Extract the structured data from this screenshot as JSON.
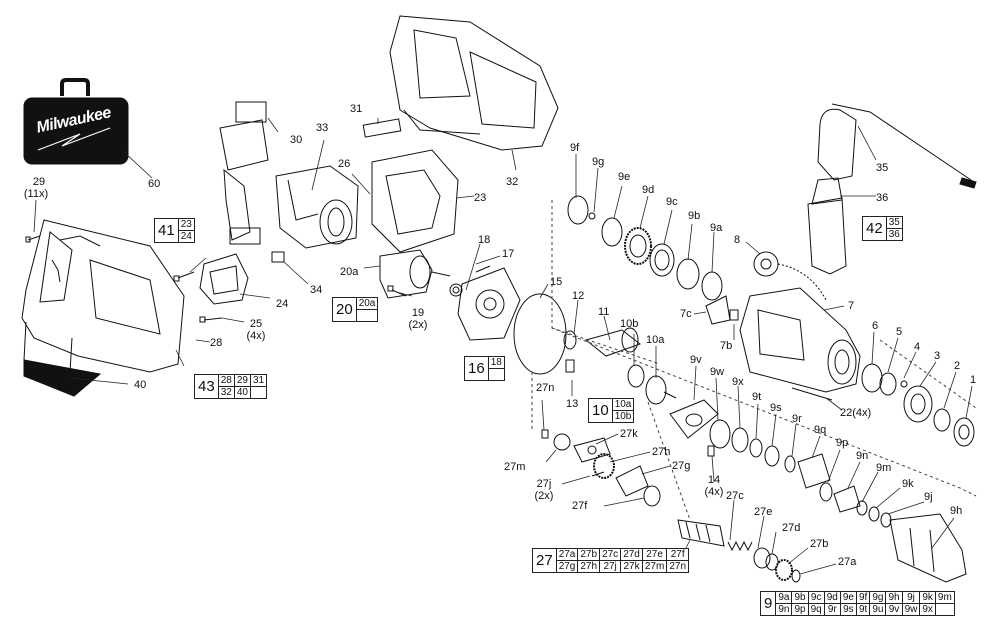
{
  "case": {
    "brand": "Milwaukee",
    "label": "60"
  },
  "parts": {
    "p29": "29",
    "p29q": "(11x)",
    "p30": "30",
    "p31": "31",
    "p32": "32",
    "p33": "33",
    "p26": "26",
    "p23": "23",
    "p34": "34",
    "p24": "24",
    "p25": "25",
    "p25q": "(4x)",
    "p28": "28",
    "p40": "40",
    "p20a": "20a",
    "p19": "19",
    "p19q": "(2x)",
    "p18": "18",
    "p17": "17",
    "p15": "15",
    "p12": "12",
    "p11": "11",
    "p13": "13",
    "p10b": "10b",
    "p10a": "10a",
    "p9f": "9f",
    "p9g": "9g",
    "p9e": "9e",
    "p9d": "9d",
    "p9c": "9c",
    "p9b": "9b",
    "p9a": "9a",
    "p8": "8",
    "p7c": "7c",
    "p7b": "7b",
    "p7": "7",
    "p6": "6",
    "p5": "5",
    "p4": "4",
    "p3": "3",
    "p2": "2",
    "p1": "1",
    "p35": "35",
    "p36": "36",
    "p22": "22(4x)",
    "p9v": "9v",
    "p9w": "9w",
    "p9x": "9x",
    "p9t": "9t",
    "p9s": "9s",
    "p9r": "9r",
    "p9q": "9q",
    "p9p": "9p",
    "p9n": "9n",
    "p9m": "9m",
    "p9k": "9k",
    "p9j": "9j",
    "p9h": "9h",
    "p27n": "27n",
    "p27k": "27k",
    "p27h": "27h",
    "p27m": "27m",
    "p27g": "27g",
    "p27j": "27j",
    "p27jq": "(2x)",
    "p27f": "27f",
    "p14": "14",
    "p14q": "(4x)",
    "p27c": "27c",
    "p27e": "27e",
    "p27d": "27d",
    "p27b": "27b",
    "p27a": "27a"
  },
  "kits": {
    "k41": {
      "num": "41",
      "items": [
        "23",
        "24"
      ]
    },
    "k20": {
      "num": "20",
      "items": [
        "20a"
      ]
    },
    "k16": {
      "num": "16",
      "items": [
        "18",
        ""
      ]
    },
    "k43": {
      "num": "43",
      "row1": [
        "28",
        "29",
        "31"
      ],
      "row2": [
        "32",
        "40",
        ""
      ]
    },
    "k10": {
      "num": "10",
      "items": [
        "10a",
        "10b"
      ]
    },
    "k42": {
      "num": "42",
      "items": [
        "35",
        "36"
      ]
    },
    "k27": {
      "num": "27",
      "row1": [
        "27a",
        "27b",
        "27c",
        "27d",
        "27e",
        "27f"
      ],
      "row2": [
        "27g",
        "27h",
        "27j",
        "27k",
        "27m",
        "27n"
      ]
    },
    "k9": {
      "num": "9",
      "row1": [
        "9a",
        "9b",
        "9c",
        "9d",
        "9e",
        "9f",
        "9g",
        "9h",
        "9j",
        "9k",
        "9m"
      ],
      "row2": [
        "9n",
        "9p",
        "9q",
        "9r",
        "9s",
        "9t",
        "9u",
        "9v",
        "9w",
        "9x",
        ""
      ]
    }
  }
}
